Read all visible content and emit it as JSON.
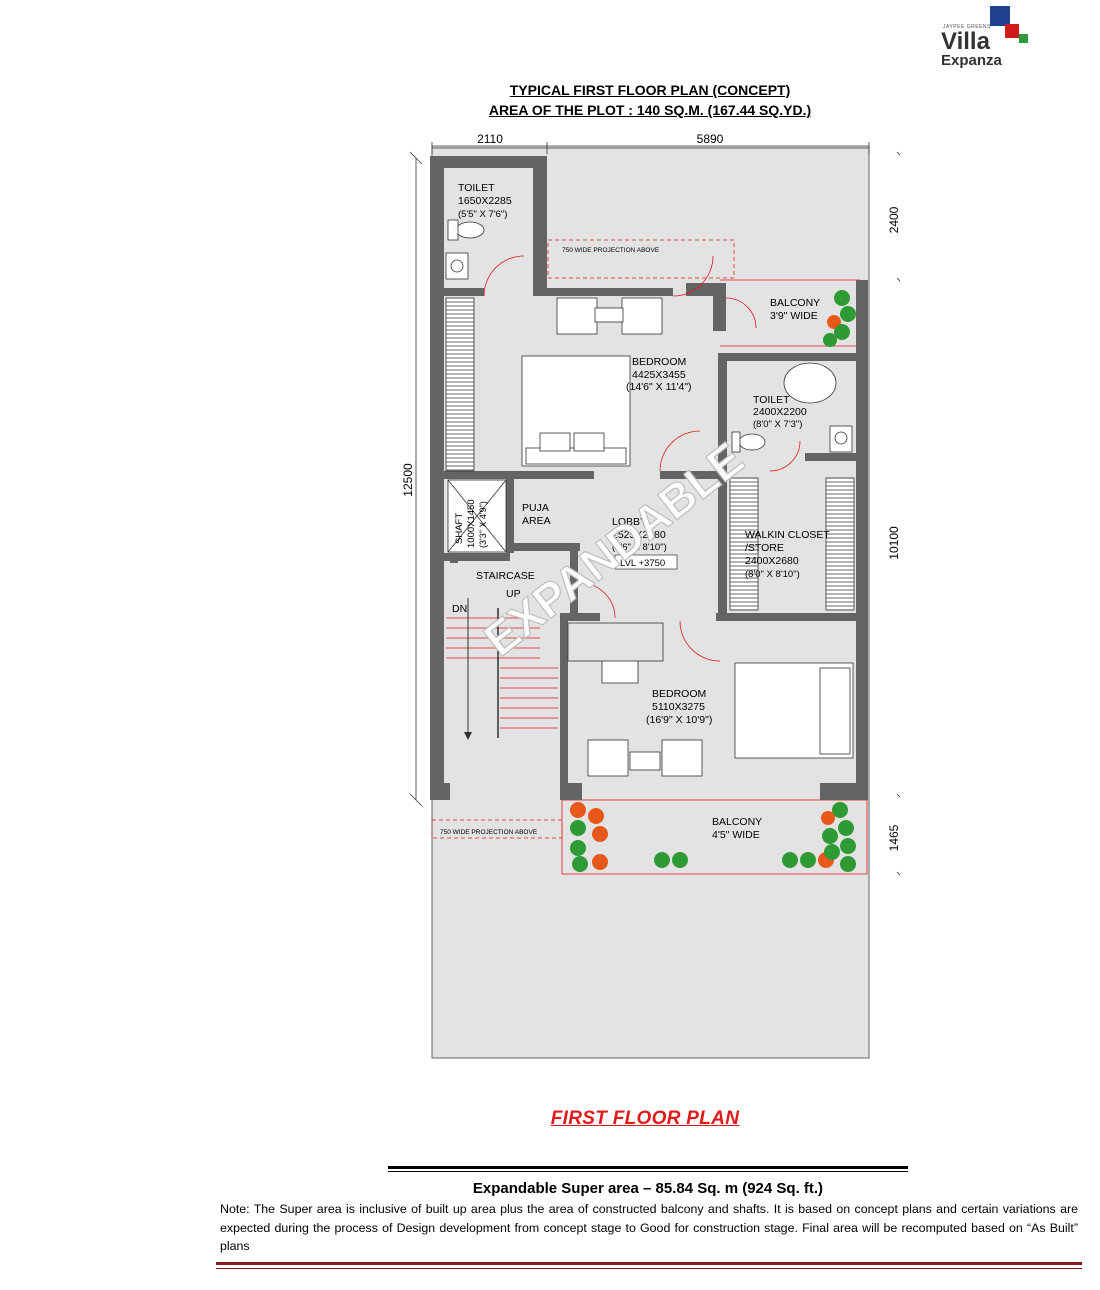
{
  "brand": {
    "tagline": "JAYPEE GREENS",
    "name1": "Villa",
    "name2": "Expanza"
  },
  "title_line1": "TYPICAL FIRST FLOOR PLAN (CONCEPT)",
  "title_line2": "AREA OF THE PLOT : 140 SQ.M. (167.44 SQ.YD.)",
  "dimensions": {
    "top_left": "2110",
    "top_right": "5890",
    "left": "12500",
    "right_top": "2400",
    "right_mid": "10100",
    "right_bottom": "1465"
  },
  "rooms": {
    "toilet1": [
      "TOILET",
      "1650X2285",
      "(5'5\" X 7'6\")"
    ],
    "balcony1": [
      "BALCONY",
      "3'9\" WIDE"
    ],
    "bedroom1": [
      "BEDROOM",
      "4425X3455",
      "(14'6\" X 11'4\")"
    ],
    "toilet2": [
      "TOILET",
      "2400X2200",
      "(8'0\" X 7'3\")"
    ],
    "puja": [
      "PUJA",
      "AREA"
    ],
    "lobby": [
      "LOBBY",
      "2525X2680",
      "(8'6\" X 8'10\")",
      "LVL +3750"
    ],
    "walkin": [
      "WALKIN CLOSET",
      "/STORE",
      "2400X2680",
      "(8'0\" X 8'10\")"
    ],
    "shaft": [
      "SHAFT",
      "1000X1450",
      "(3'3\" X 4'9\")"
    ],
    "staircase": [
      "STAIRCASE",
      "UP",
      "DN"
    ],
    "bedroom2": [
      "BEDROOM",
      "5110X3275",
      "(16'9\" X 10'9\")"
    ],
    "balcony2": [
      "BALCONY",
      "4'5\" WIDE"
    ]
  },
  "projection_note": "750 WIDE PROJECTION ABOVE",
  "watermark": "EXPANDABLE",
  "plan_caption": "FIRST FLOOR PLAN",
  "super_area": "Expandable Super area – 85.84 Sq. m (924 Sq. ft.)",
  "note": "Note: The Super area is inclusive of built up area plus the area of constructed balcony and shafts. It is based on concept plans and certain variations are expected during the process of Design development from concept stage to Good for construction stage. Final area will be recomputed based on “As Built” plans",
  "colors": {
    "wall": "#646464",
    "floor": "#e3e3e3",
    "red": "#e11b1b",
    "green": "#2e9a33",
    "orange": "#e8581a"
  }
}
